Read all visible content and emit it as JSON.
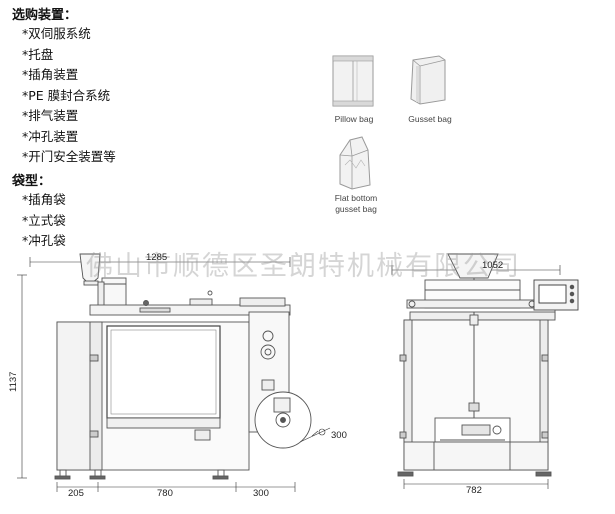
{
  "options": {
    "title": "选购装置：",
    "items": [
      "*双伺服系统",
      "*托盘",
      "*插角装置",
      "*PE 膜封合系统",
      "*排气装置",
      "*冲孔装置",
      "*开门安全装置等"
    ]
  },
  "bag_types": {
    "title": "袋型：",
    "items": [
      "*插角袋",
      "*立式袋",
      "*冲孔袋"
    ]
  },
  "bag_images": {
    "pillow": "Pillow bag",
    "gusset": "Gusset bag",
    "flat_bottom_line1": "Flat bottom",
    "flat_bottom_line2": "gusset bag"
  },
  "watermark": "佛山市顺德区圣朗特机械有限公司",
  "dimensions": {
    "front_width": "1285",
    "front_height": "1137",
    "front_left": "205",
    "front_middle": "780",
    "front_right": "300",
    "front_circle": "300",
    "side_width": "1052",
    "side_bottom": "782"
  }
}
